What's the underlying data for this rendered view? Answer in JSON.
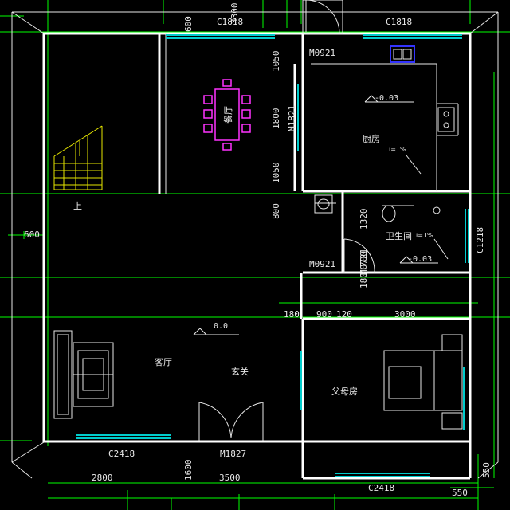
{
  "colors": {
    "background": "#000000",
    "wall": "#ffffff",
    "axis_line": "#00ff00",
    "window": "#00cccc",
    "dining_furniture": "#ff33ff",
    "stair": "#e6e600",
    "sink": "#3333ff",
    "text": "#e8e8e8"
  },
  "windows": {
    "top_left": "C1818",
    "top_right": "C1818",
    "right": "C1218",
    "bottom_left": "C2418",
    "bottom_right": "C2418"
  },
  "doors": {
    "kitchen": "M0921",
    "kitchen_side": "M1821",
    "bathroom": "M0921",
    "bathroom_inner": "M0721",
    "entrance": "M1827"
  },
  "rooms": {
    "dining": "餐厅",
    "kitchen": "厨房",
    "bathroom": "卫生间",
    "living": "客厅",
    "foyer": "玄关",
    "parents_bedroom": "父母房",
    "stair_up": "上"
  },
  "levels": {
    "kitchen": "-0.03",
    "bathroom": "-0.03",
    "living": "0.0"
  },
  "slopes": {
    "kitchen": "i=1%",
    "bathroom": "i=1%"
  },
  "dimensions": {
    "top_600": "600",
    "top_3300": "3300",
    "left_600": "600",
    "v_1050a": "1050",
    "v_1800": "1800",
    "v_1050b": "1050",
    "v_800": "800",
    "v_1320": "1320",
    "v_700": "700",
    "v_180a": "180",
    "h_180": "180",
    "h_900": "900",
    "h_120": "120",
    "h_3000": "3000",
    "bottom_2800": "2800",
    "bottom_1600": "1600",
    "bottom_3500": "3500",
    "bottom_550": "550",
    "right_550": "550"
  }
}
